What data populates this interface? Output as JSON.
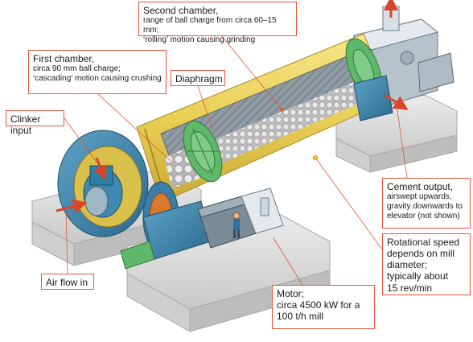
{
  "colors": {
    "callout_border": "#e2563b",
    "leader_line": "#e2563b",
    "drum_shell": "#e9cf55",
    "ball_charge": "#c9c9c9",
    "diaphragm": "#5fb86a",
    "mill_head": "#2f7fa5",
    "machinery_blue": "#3b7fa8",
    "concrete": "#dcdcdc",
    "arrow": "#d9452b"
  },
  "callouts": {
    "second_chamber": {
      "title": "Second chamber,",
      "lines": [
        "range of ball charge from circa 60–15 mm;",
        "‘rolling’ motion causing grinding"
      ]
    },
    "first_chamber": {
      "title": "First chamber,",
      "lines": [
        "circa 90 mm ball charge;",
        "‘cascading’ motion causing crushing"
      ]
    },
    "diaphragm": {
      "title": "Diaphragm"
    },
    "clinker_input": {
      "title": "Clinker input"
    },
    "cement_output": {
      "title": "Cement output,",
      "lines": [
        "airswept upwards,",
        "gravity downwards to",
        "elevator (not shown)"
      ]
    },
    "rotational_speed": {
      "lines": [
        "Rotational speed",
        "depends on mill",
        "diameter;",
        "typically about",
        "15 rev/min"
      ]
    },
    "motor": {
      "lines": [
        "Motor;",
        "circa 4500 kW for a",
        "100 t/h mill"
      ]
    },
    "air_flow": {
      "title": "Air flow in"
    }
  }
}
